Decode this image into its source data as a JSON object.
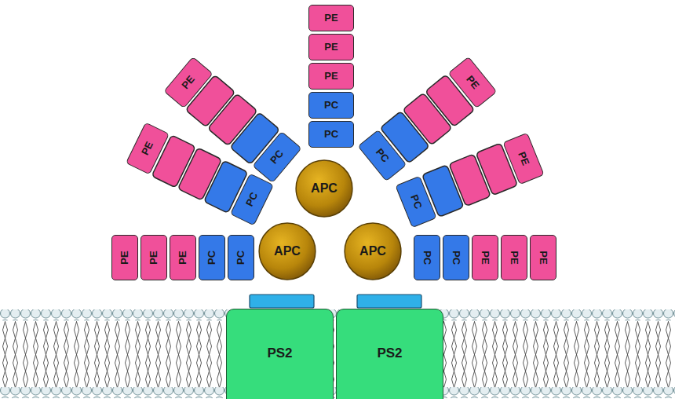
{
  "diagram": {
    "nodes": [
      {
        "text": [
          "PE"
        ]
      },
      {
        "text": [
          "PE"
        ]
      },
      {
        "text": [
          "PE"
        ]
      },
      {
        "text": [
          "PC"
        ]
      },
      {
        "text": [
          "PC"
        ]
      },
      {
        "text": [
          "PE"
        ]
      },
      {
        "text": [
          "PC"
        ]
      },
      {
        "text": [
          "PC"
        ]
      },
      {
        "text": [
          "PE"
        ]
      },
      {
        "text": [
          "PE"
        ]
      },
      {
        "text": [
          "PC"
        ]
      },
      {
        "text": [
          "PC"
        ]
      },
      {
        "text": [
          "PE"
        ]
      },
      {
        "text": [
          "APC"
        ]
      },
      {
        "text": [
          "PE"
        ]
      },
      {
        "text": [
          "PE"
        ]
      },
      {
        "text": [
          "PE"
        ]
      },
      {
        "text": [
          "PC"
        ]
      },
      {
        "text": [
          "PC"
        ]
      },
      {
        "text": [
          "APC"
        ]
      },
      {
        "text": [
          "APC"
        ]
      },
      {
        "text": [
          "PC"
        ]
      },
      {
        "text": [
          "PC"
        ]
      },
      {
        "text": [
          "PE"
        ]
      },
      {
        "text": [
          "PE"
        ]
      },
      {
        "text": [
          "PE"
        ]
      },
      {
        "text": [
          "PS2"
        ]
      },
      {
        "text": [
          "PS2"
        ]
      }
    ]
  }
}
